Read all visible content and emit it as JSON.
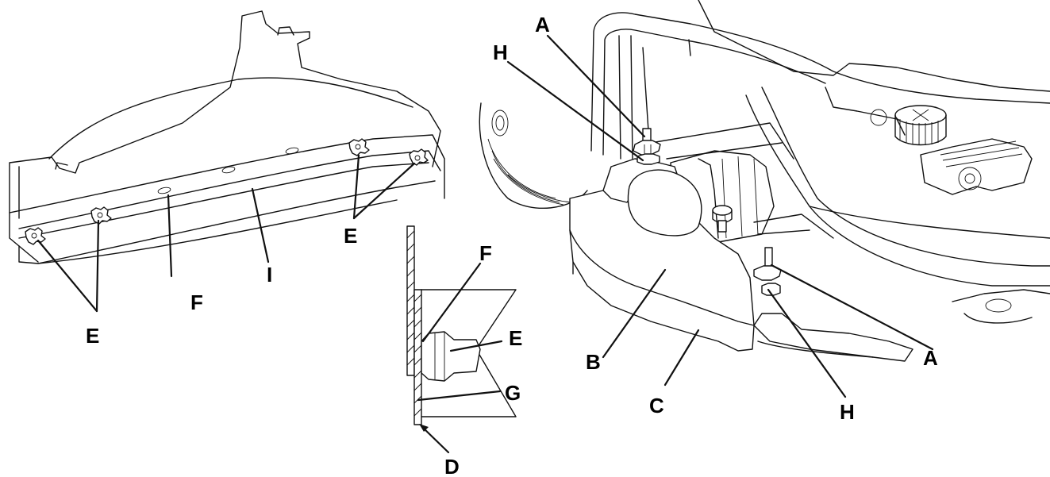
{
  "labels": {
    "A": "A",
    "B": "B",
    "C": "C",
    "D": "D",
    "E": "E",
    "F": "F",
    "G": "G",
    "H": "H",
    "I": "I"
  }
}
